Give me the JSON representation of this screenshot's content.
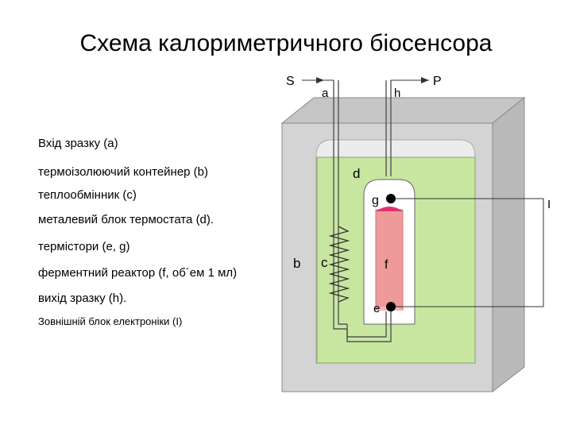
{
  "title": "Схема калориметричного біосенсора",
  "legend": [
    "Вхід зразку (a)",
    "термоізолюючий контейнер (b)",
    "теплообмінник (c)",
    "металевий блок термостата (d).",
    "термістори (e, g)",
    "ферментний реактор (f, об´ем 1 мл)",
    "вихід зразку (h).",
    "Зовнішній блок електроніки (I)"
  ],
  "labels": {
    "S": "S",
    "a": "a",
    "h": "h",
    "P": "P",
    "d": "d",
    "g": "g",
    "I": "I",
    "b": "b",
    "c": "c",
    "f": "f",
    "e": "e"
  },
  "colors": {
    "container": "#d4d4d4",
    "container_side": "#b9b9b9",
    "metal_block": "#c8e6a0",
    "reactor": "#ef9a9a",
    "thermistor_g": "#e0306f"
  }
}
